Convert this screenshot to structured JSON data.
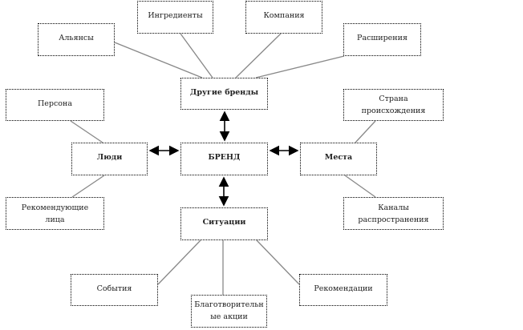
{
  "diagram": {
    "center": "БРЕНД",
    "nodes": {
      "other_brands": "Другие бренды",
      "people": "Люди",
      "places": "Места",
      "situations": "Ситуации",
      "alliances": "Альянсы",
      "ingredients": "Ингредиенты",
      "company": "Компания",
      "extensions": "Расширения",
      "persona": "Персона",
      "endorsers": "Рекомендующие лица",
      "country": "Страна происхождения",
      "channels": "Каналы распространения",
      "events": "События",
      "charity": "Благотворительные акции",
      "recommendations": "Рекомендации"
    }
  }
}
